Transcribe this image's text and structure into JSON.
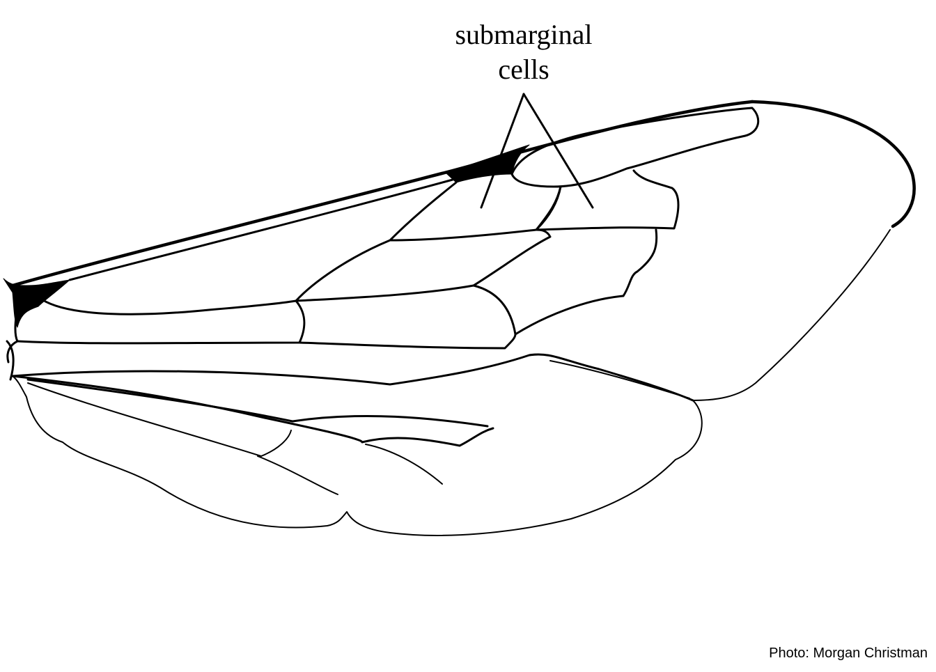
{
  "annotation": {
    "label_lines": [
      "submarginal",
      "cells"
    ]
  },
  "credit": "Photo: Morgan Christman",
  "colors": {
    "background": "#ffffff",
    "ink": "#000000"
  }
}
